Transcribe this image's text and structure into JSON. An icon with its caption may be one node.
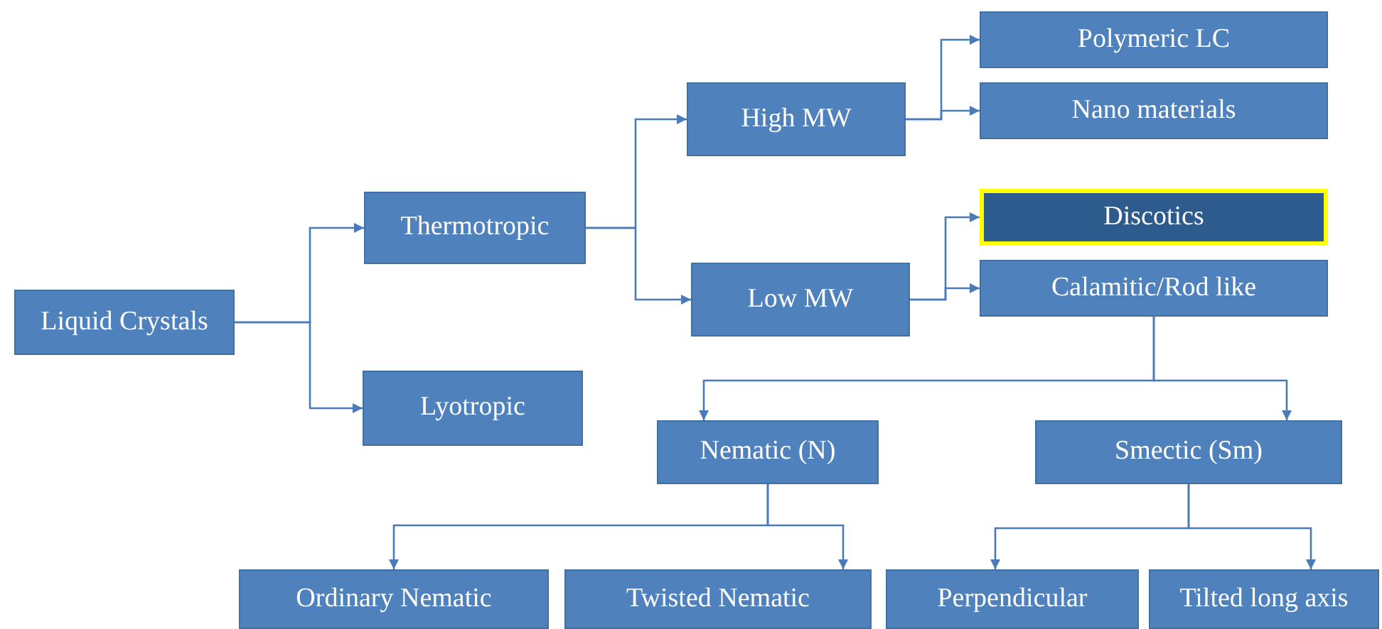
{
  "diagram": {
    "nodes": [
      {
        "text": [
          "Liquid Crystals"
        ]
      },
      {
        "text": [
          "Thermotropic"
        ]
      },
      {
        "text": [
          "Lyotropic"
        ]
      },
      {
        "text": [
          "High MW"
        ]
      },
      {
        "text": [
          "Low MW"
        ]
      },
      {
        "text": [
          "Polymeric LC"
        ]
      },
      {
        "text": [
          "Nano materials"
        ]
      },
      {
        "text": [
          "Discotics"
        ]
      },
      {
        "text": [
          "Calamitic/Rod like"
        ]
      },
      {
        "text": [
          "Nematic (N)"
        ]
      },
      {
        "text": [
          "Smectic (Sm)"
        ]
      },
      {
        "text": [
          "Ordinary Nematic"
        ]
      },
      {
        "text": [
          "Twisted Nematic"
        ]
      },
      {
        "text": [
          "Perpendicular"
        ]
      },
      {
        "text": [
          "Tilted long axis"
        ]
      }
    ],
    "edges": [
      {
        "from": 0,
        "to": 1,
        "arrow": "to"
      },
      {
        "from": 0,
        "to": 2,
        "arrow": "to"
      },
      {
        "from": 1,
        "to": 3,
        "arrow": "to"
      },
      {
        "from": 1,
        "to": 4,
        "arrow": "to"
      },
      {
        "from": 3,
        "to": 5,
        "arrow": "to"
      },
      {
        "from": 3,
        "to": 6,
        "arrow": "to"
      },
      {
        "from": 4,
        "to": 7,
        "arrow": "to"
      },
      {
        "from": 4,
        "to": 8,
        "arrow": "to"
      },
      {
        "from": 8,
        "to": 9,
        "arrow": "to"
      },
      {
        "from": 8,
        "to": 10,
        "arrow": "to"
      },
      {
        "from": 9,
        "to": 11,
        "arrow": "to"
      },
      {
        "from": 9,
        "to": 12,
        "arrow": "to"
      },
      {
        "from": 10,
        "to": 13,
        "arrow": "to"
      },
      {
        "from": 10,
        "to": 14,
        "arrow": "to"
      }
    ]
  }
}
